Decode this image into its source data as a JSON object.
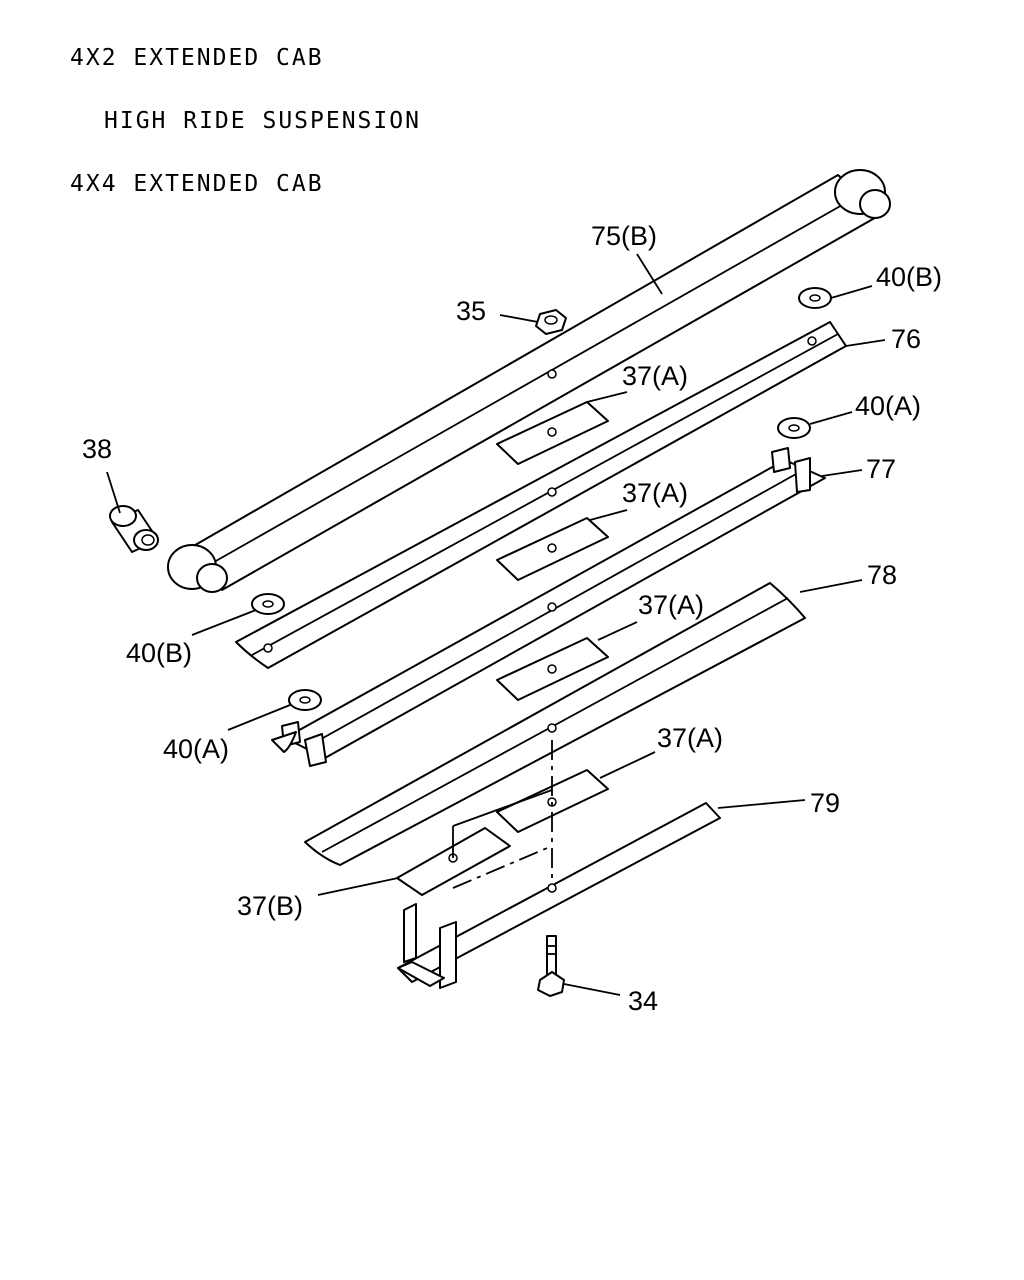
{
  "header": {
    "line1": "4X2 EXTENDED CAB",
    "line2": "HIGH RIDE SUSPENSION",
    "line3": "4X4 EXTENDED CAB"
  },
  "labels": {
    "p75b": "75(B)",
    "p35": "35",
    "p40b_top": "40(B)",
    "p76": "76",
    "p37a_1": "37(A)",
    "p40a_top": "40(A)",
    "p38": "38",
    "p77": "77",
    "p37a_2": "37(A)",
    "p78": "78",
    "p40b_left": "40(B)",
    "p37a_3": "37(A)",
    "p40a_left": "40(A)",
    "p37a_4": "37(A)",
    "p79": "79",
    "p37b": "37(B)",
    "p34": "34"
  }
}
